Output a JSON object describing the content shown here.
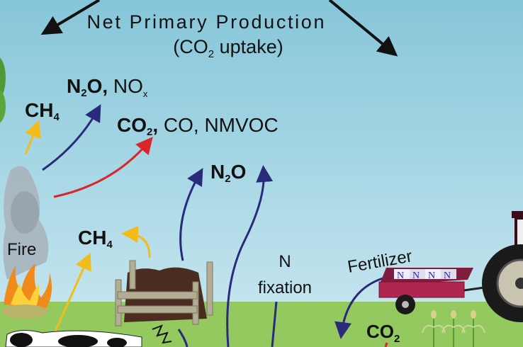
{
  "labels": {
    "npp_line1": "Net Primary Production",
    "npp_line2_a": "(CO",
    "npp_line2_sub": "2",
    "npp_line2_b": " uptake)",
    "fire_ch4_main": "CH",
    "fire_ch4_sub": "4",
    "fire_n2o_a": "N",
    "fire_n2o_sub": "2",
    "fire_n2o_b": "O,",
    "fire_nox_a": " NO",
    "fire_nox_sub": "x",
    "fire_co2_a": "CO",
    "fire_co2_sub": "2",
    "fire_co2_b": ",",
    "fire_others": " CO, NMVOC",
    "soil_n2o_a": "N",
    "soil_n2o_sub": "2",
    "soil_n2o_b": "O",
    "manure_ch4_main": "CH",
    "manure_ch4_sub": "4",
    "fire": "Fire",
    "n_fixation_1": "N",
    "n_fixation_2": "fixation",
    "fertilizer": "Fertilizer",
    "fertilizer_bag": "N",
    "ground_co2_main": "CO",
    "ground_co2_sub": "2"
  },
  "colors": {
    "sky_top": "#86c6d9",
    "sky_bottom": "#bfe3ee",
    "grass": "#93c95f",
    "arrow_blue": "#2a2a7a",
    "arrow_red": "#d9262a",
    "arrow_yellow": "#f2bc1a",
    "trailer": "#b0264f"
  }
}
